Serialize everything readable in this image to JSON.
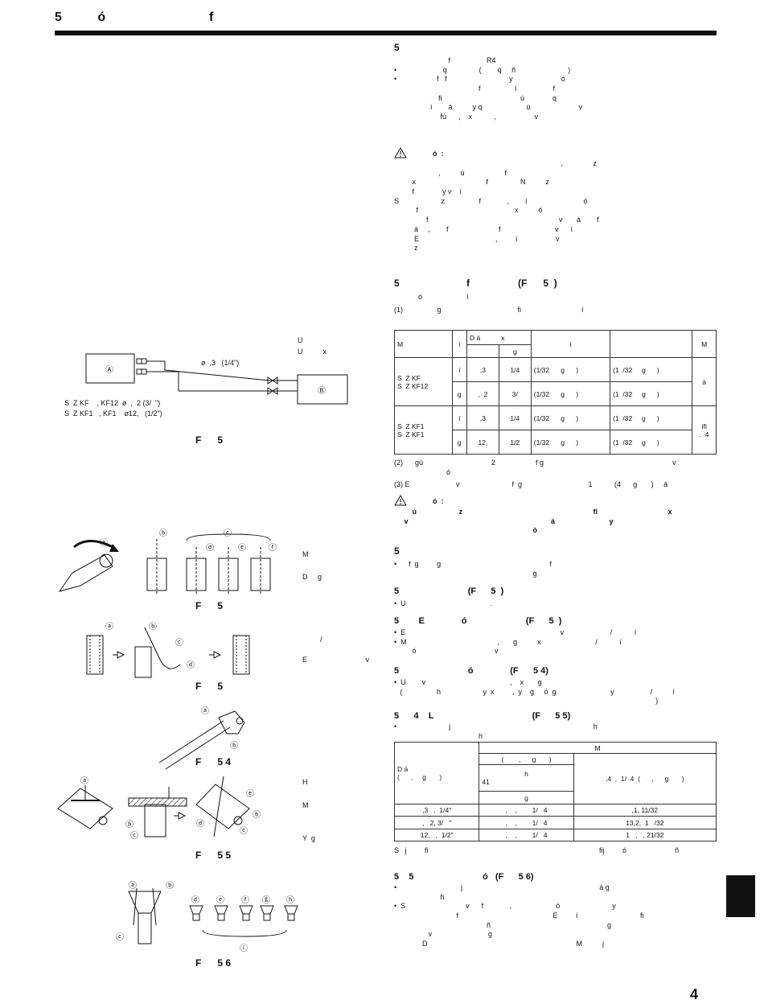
{
  "header": {
    "title": "5          ó                             f"
  },
  "page_number": "4",
  "left": {
    "diagram1": {
      "label_U1": "U",
      "label_U2": "U          x",
      "box_a": "Ⓐ",
      "box_b": "Ⓑ",
      "pipe_label": "ø  ,3   (1/4\")",
      "model1": "S  Z KF    , KF12  ø  ,  2 (3/  \")",
      "model2": "S  Z KF1   , KF1    ø12,   (1/2\")",
      "fig": "F      5"
    },
    "fig2": {
      "labels": [
        "ⓐ",
        "ⓑ",
        "ⓒ",
        "ⓓ",
        "ⓔ",
        "ⓕ"
      ],
      "side1": "M",
      "side2": "D     g",
      "fig": "F      5"
    },
    "fig3": {
      "labels": [
        "ⓐ",
        "ⓑ",
        "ⓒ",
        "ⓓ"
      ],
      "side1": "/",
      "side2": "E                             v",
      "fig": "F      5"
    },
    "fig4": {
      "labels": [
        "ⓐ",
        "ⓑ"
      ],
      "fig": "F      5 4"
    },
    "fig5": {
      "labels": [
        "ⓐ",
        "ⓑ",
        "ⓒ",
        "ⓓ",
        "ⓔ",
        "ⓑ",
        "ⓒ"
      ],
      "side1": "H",
      "side2": "M",
      "side3": "Y  g",
      "fig": "F      5 5"
    },
    "fig6": {
      "labels": [
        "ⓐ",
        "ⓑ",
        "ⓒ",
        "ⓓ",
        "ⓔ",
        "ⓕ",
        "ⓖ",
        "ⓗ",
        "ⓘ"
      ],
      "fig": "F      5 6"
    }
  },
  "right": {
    "s1": {
      "head": "5",
      "lines": [
        "                           f                  R4",
        "•                       q                (        q     ñ                          )",
        "",
        "•                    f   f                               y                        ó",
        "                                          f                 í                  f",
        "                      fi                                       ú              q",
        "                  í        á          y q                      ù                        v",
        "                       fú      ,    x           ,                   v"
      ]
    },
    "caution1": {
      "head": "ó  :",
      "lines": [
        "                                                                                   ,               z",
        "                      ,          ú                    f",
        "         x                                   f                N          z",
        "         f              y v    í",
        "S                     z                 f             ,        í                            ó",
        "           f                                                x          ó",
        "                f                                                                 v       à        f",
        "          á     ,        f                         f                           v      í",
        "          E                                      ,         í                   v",
        "          z"
      ]
    },
    "s2": {
      "head": "5                         f                  (F      5  )",
      "line1": "            ó                      í",
      "line2": "(1)                 g                                      fi                              í"
    },
    "table1": {
      "h_model": "M",
      "h_i": "í",
      "h_da": "D á           x",
      "h_g": "g",
      "h_i2": "í",
      "h_m": "M",
      "r1_model": "S  Z KF",
      "r1b_model": "S  Z KF12",
      "r2_model": "S  Z KF1",
      "r2b_model": "S  Z KF1",
      "row_i": "í",
      "row_g": "g",
      "v1": ",3",
      "v2": ",  2",
      "v3": ",3",
      "v4": "12,",
      "f1": "1/4",
      "f2": "3/",
      "f3": "1/4",
      "f4": "1/2",
      "c1": "(1/32      g      )",
      "c2": "(1  /32     g      )",
      "m1": "á",
      "m2": "ífi",
      "m3": ".  4"
    },
    "after_table": [
      "(2)      gú                                  2                    f g                                                                v",
      "                          ó",
      "(3) E                       v                          f  g                                 1           (4      g       )     á"
    ],
    "caution2": {
      "head": "ó  :",
      "lines": [
        "         ú                     z                                                                 fi                                   x",
        "     v                                                                       á                           y",
        "                                                                     ò"
      ]
    },
    "s3": {
      "head": "5",
      "lines": [
        "•      f  g         g                                                      f",
        "                                                                     g"
      ]
    },
    "s4": {
      "head": "5                            (F      5  )",
      "line": "•  U                                          ."
    },
    "s5": {
      "head": "5        E               ó                        (F      5  )",
      "lines": [
        "•  E                                                                             v                       /           í",
        "•  M                                             ,       g          x                           /           í",
        "         ó                                       v"
      ]
    },
    "s6": {
      "head": "5                            ó               (F      5 4)",
      "lines": [
        "•  U        v                                          ,    x       g",
        "   (                 h                     y  x         ,  y    g     ó  g                           y                  /          í",
        "                                                                                                                                  )"
      ]
    },
    "s7": {
      "head": "5      4    L                                        (F      5 5)",
      "lines": [
        "•                          j                                                                       h",
        "                                          h"
      ]
    },
    "table2": {
      "h_m": "M",
      "h_da": "D á",
      "h_unit": "(      ,     g       )",
      "h_sub1": "(        ,      g       )",
      "h_sub2": "h",
      "h_sub3": "41",
      "h_sub4": "g",
      "h_right": ",4  ,  1/  4  (      ,      g       )",
      "rows": [
        [
          ",3   ,  1/4\"",
          ",    ,        1/   4",
          ",1, 11/32"
        ],
        [
          ",   2, 3/   \"",
          ",    ,        1/   4",
          "13,2,  1   /32"
        ],
        [
          "12,   ,  1/2\"",
          ",    ,        1/   4",
          "1   ,   , 21/32"
        ]
      ]
    },
    "after_table2": "S   j         fi                                                                                     fij         ó                        ñ",
    "s8": {
      "head": "5    5                            ó   (F      5 6)",
      "lines": [
        "•                                j                                                                    á g",
        "                       h",
        "•  S                              v      f             ,                      ó                          y",
        "",
        "                               f                                               E         í                               fi",
        "                                              ñ                                                          g",
        "                 v                            g",
        "              D                                                                          M          j"
      ]
    }
  }
}
